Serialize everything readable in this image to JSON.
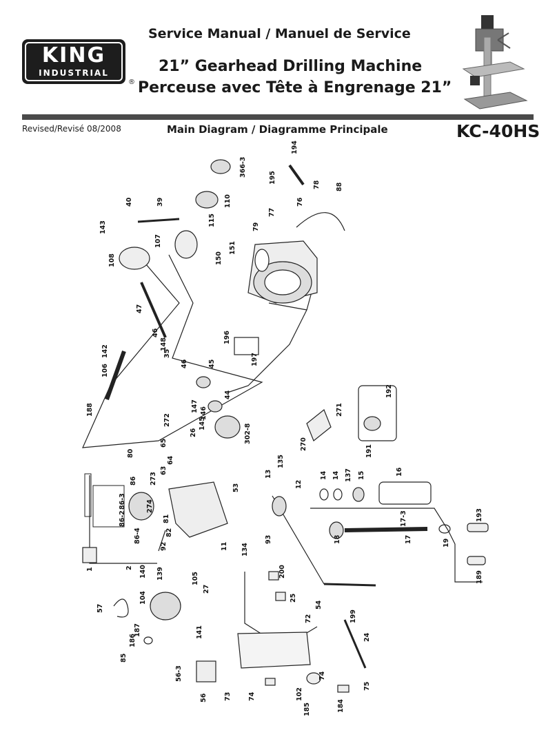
{
  "brand": {
    "name": "KING",
    "sub": "INDUSTRIAL",
    "registered": "®"
  },
  "header": {
    "title1": "Service Manual / Manuel de Service",
    "title2": "21” Gearhead Drilling Machine",
    "title3": "Perceuse avec Tête à Engrenage 21”",
    "revised": "Revised/Revisé 08/2008",
    "diagram_title": "Main Diagram / Diagramme Principale",
    "model": "KC-40HS"
  },
  "parts": [
    "194",
    "366-3",
    "195",
    "78",
    "88",
    "40",
    "39",
    "110",
    "76",
    "77",
    "115",
    "79",
    "143",
    "107",
    "151",
    "150",
    "108",
    "47",
    "46",
    "148",
    "35",
    "46",
    "45",
    "142",
    "106",
    "196",
    "197",
    "188",
    "147",
    "146",
    "145",
    "44",
    "302-8",
    "272",
    "26",
    "192",
    "271",
    "65",
    "64",
    "63",
    "80",
    "86",
    "273",
    "274",
    "86-3",
    "86-2",
    "86-4",
    "53",
    "135",
    "13",
    "12",
    "14",
    "14",
    "137",
    "15",
    "16",
    "191",
    "270",
    "81",
    "82",
    "92",
    "134",
    "93",
    "11",
    "1",
    "2",
    "140",
    "139",
    "105",
    "27",
    "200",
    "25",
    "18",
    "17",
    "17-3",
    "193",
    "19",
    "189",
    "57",
    "104",
    "187",
    "186",
    "85",
    "141",
    "54",
    "72",
    "199",
    "24",
    "56-3",
    "56",
    "73",
    "74",
    "74",
    "102",
    "75",
    "185",
    "184"
  ]
}
